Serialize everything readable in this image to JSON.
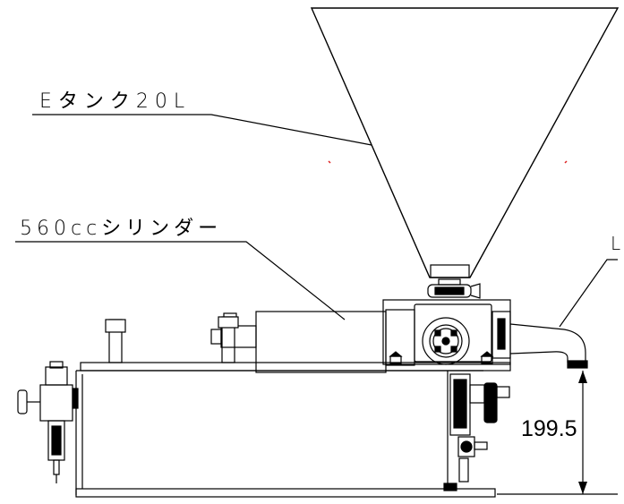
{
  "labels": {
    "tank": "Eタンク20L",
    "cylinder": "560ccシリンダー",
    "nozzle": "L",
    "height_dimension": "199.5"
  }
}
